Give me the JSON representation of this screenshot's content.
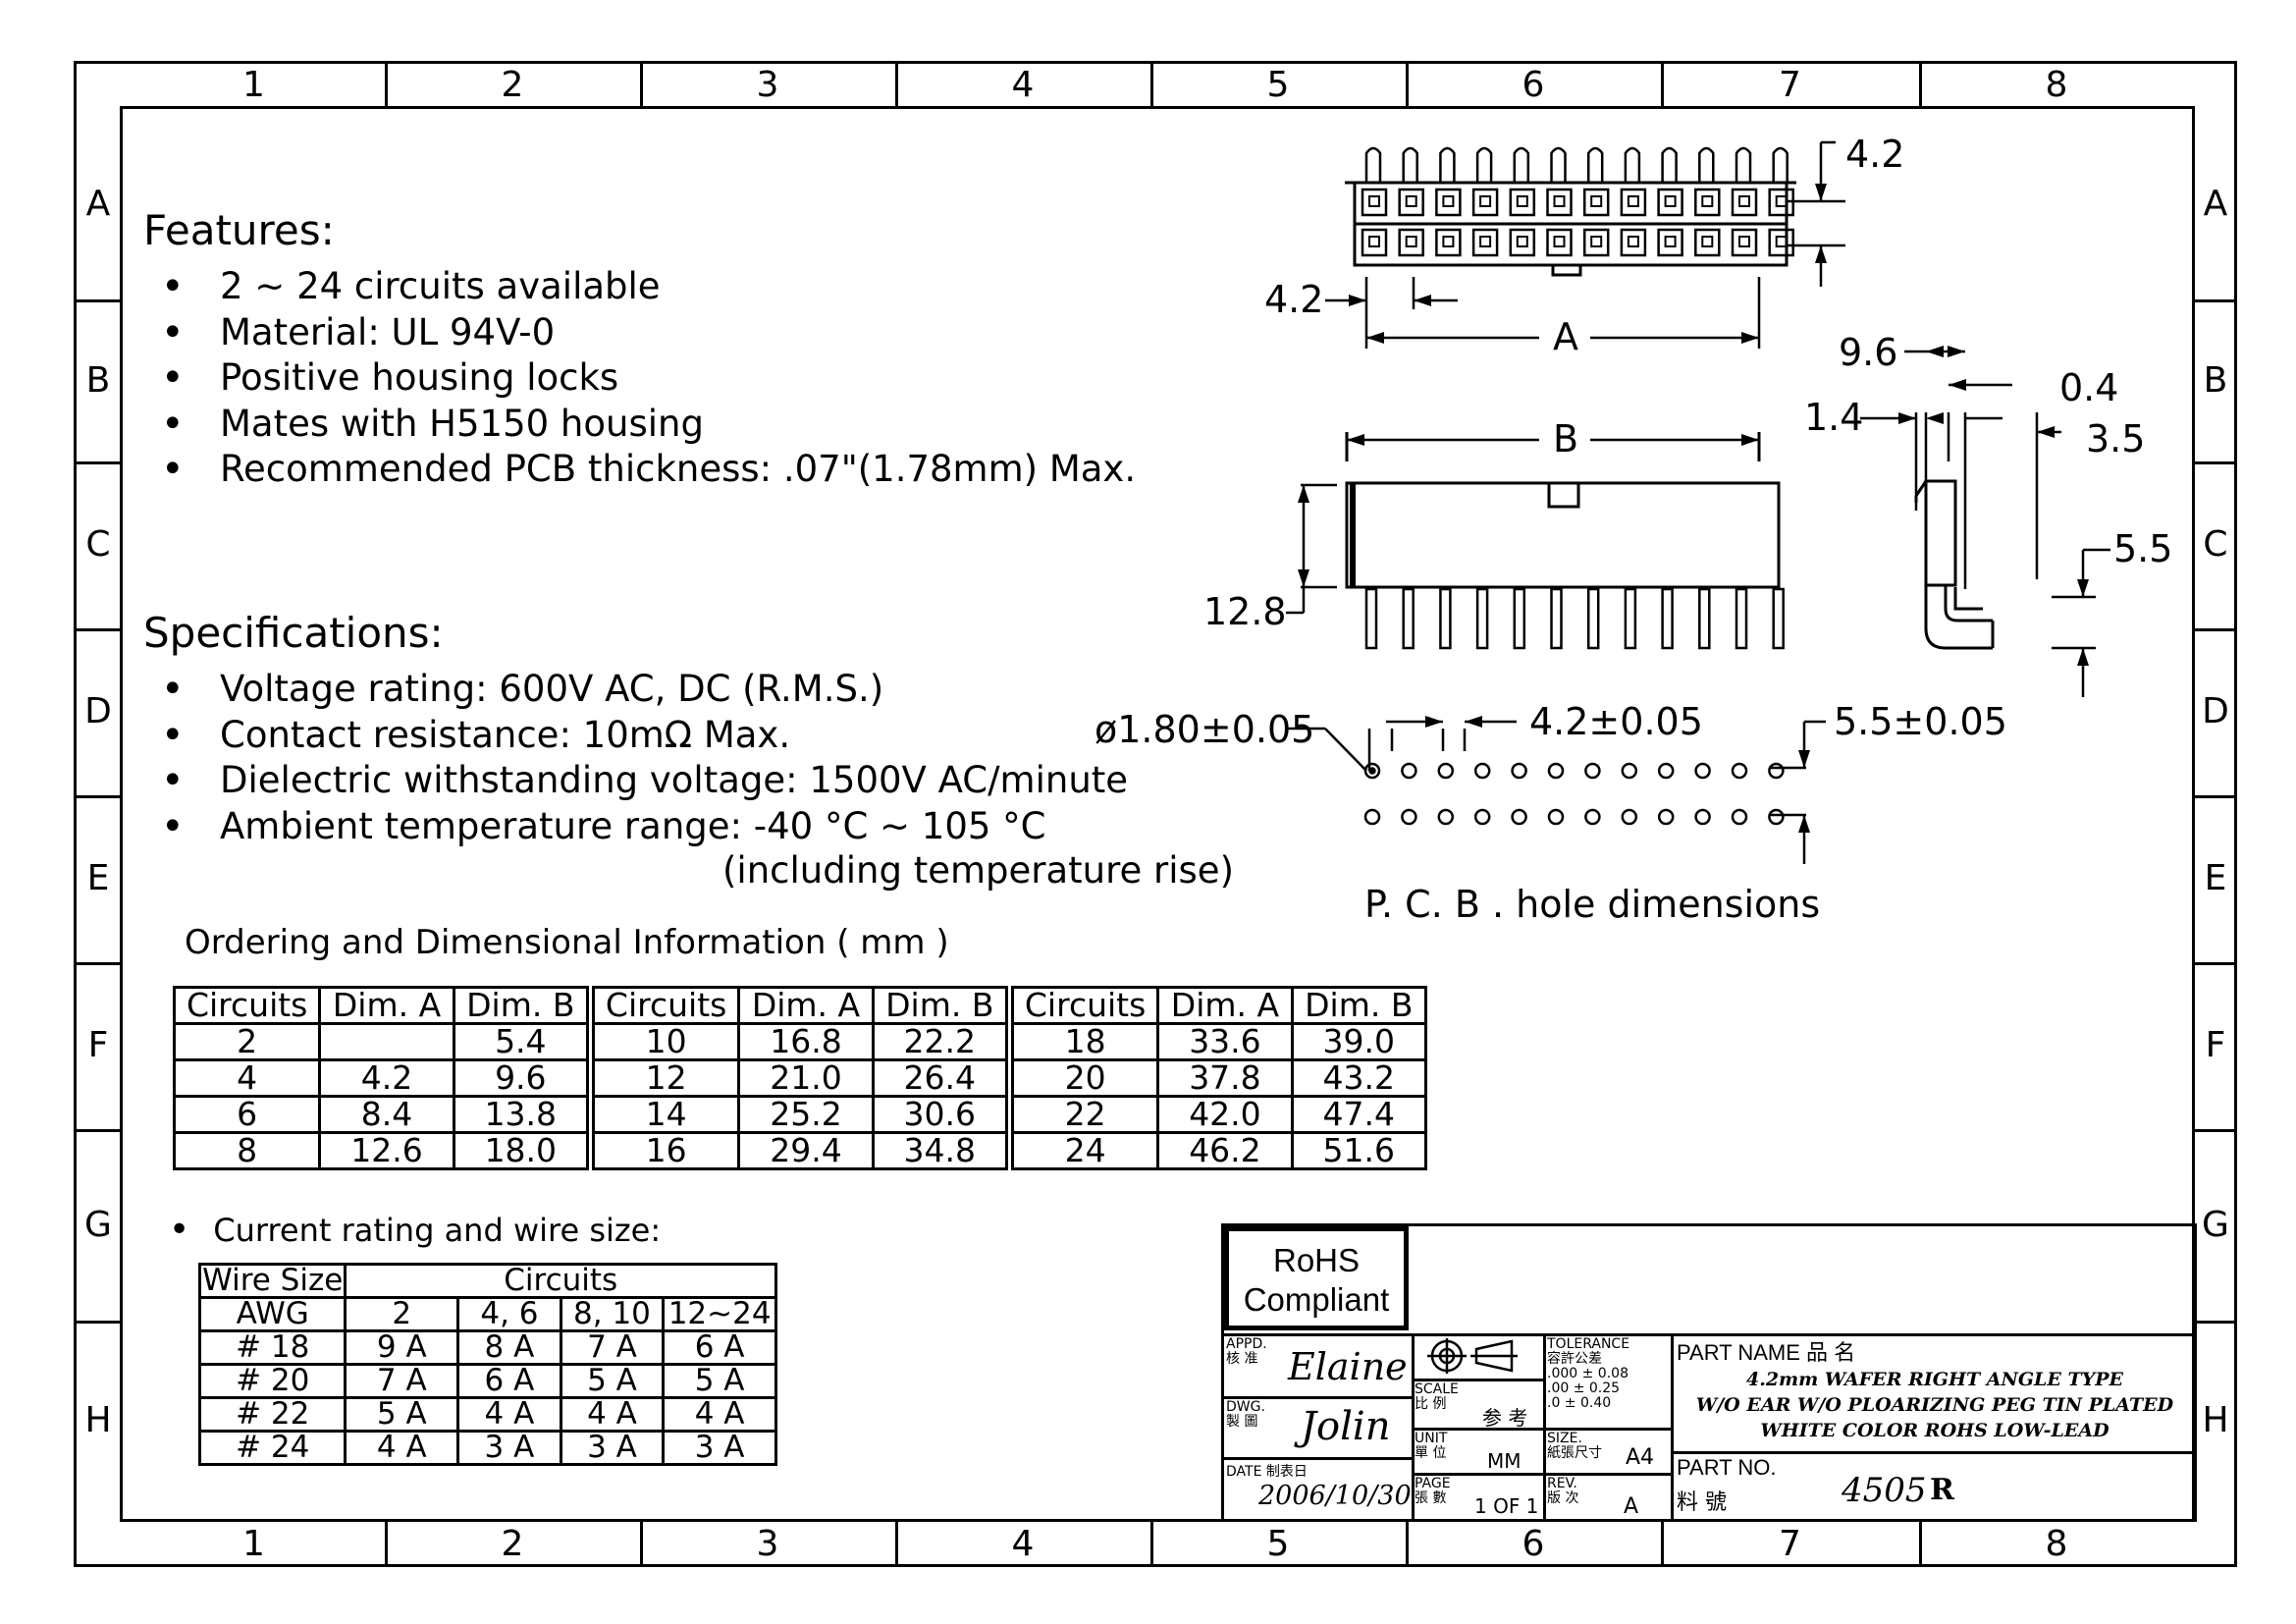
{
  "zones": {
    "columns": [
      "1",
      "2",
      "3",
      "4",
      "5",
      "6",
      "7",
      "8"
    ],
    "rows": [
      "A",
      "B",
      "C",
      "D",
      "E",
      "F",
      "G",
      "H"
    ]
  },
  "features": {
    "heading": "Features:",
    "items": [
      "2 ~ 24 circuits available",
      "Material: UL 94V-0",
      "Positive housing locks",
      "Mates with H5150 housing",
      "Recommended PCB thickness: .07\"(1.78mm) Max."
    ]
  },
  "specifications": {
    "heading": "Specifications:",
    "items": [
      "Voltage rating: 600V AC, DC (R.M.S.)",
      "Contact resistance: 10mΩ  Max.",
      "Dielectric withstanding voltage: 1500V AC/minute",
      "Ambient temperature range: -40 °C ~ 105 °C"
    ],
    "note": "(including temperature rise)"
  },
  "ordering": {
    "title": "Ordering and Dimensional Information ( mm )",
    "headers": [
      "Circuits",
      "Dim. A",
      "Dim. B",
      "Circuits",
      "Dim. A",
      "Dim. B",
      "Circuits",
      "Dim. A",
      "Dim. B"
    ],
    "rows": [
      [
        "2",
        "",
        "5.4",
        "10",
        "16.8",
        "22.2",
        "18",
        "33.6",
        "39.0"
      ],
      [
        "4",
        "4.2",
        "9.6",
        "12",
        "21.0",
        "26.4",
        "20",
        "37.8",
        "43.2"
      ],
      [
        "6",
        "8.4",
        "13.8",
        "14",
        "25.2",
        "30.6",
        "22",
        "42.0",
        "47.4"
      ],
      [
        "8",
        "12.6",
        "18.0",
        "16",
        "29.4",
        "34.8",
        "24",
        "46.2",
        "51.6"
      ]
    ]
  },
  "current": {
    "title": "Current rating and wire size:",
    "header_wire": "Wire Size",
    "header_awg": "AWG",
    "header_circuits": "Circuits",
    "circuit_groups": [
      "2",
      "4, 6",
      "8, 10",
      "12~24"
    ],
    "rows": [
      [
        "# 18",
        "9 A",
        "8 A",
        "7 A",
        "6 A"
      ],
      [
        "# 20",
        "7 A",
        "6 A",
        "5 A",
        "5 A"
      ],
      [
        "# 22",
        "5 A",
        "4 A",
        "4 A",
        "4 A"
      ],
      [
        "# 24",
        "4 A",
        "3 A",
        "3 A",
        "3 A"
      ]
    ]
  },
  "drawing": {
    "top_pitch": "4.2",
    "left_pitch": "4.2",
    "dim_a": "A",
    "dim_b": "B",
    "height": "12.8",
    "side_9_6": "9.6",
    "side_0_4": "0.4",
    "side_1_4": "1.4",
    "side_3_5": "3.5",
    "side_5_5": "5.5",
    "hole_dia": "ø1.80±0.05",
    "hole_pitch": "4.2±0.05",
    "hole_row": "5.5±0.05",
    "pcb_caption": "P. C. B . hole dimensions"
  },
  "title_block": {
    "rohs_line1": "RoHS",
    "rohs_line2": "Compliant",
    "appd_label": "APPD.",
    "appd_cn": "核 准",
    "appd_value": "Elaine",
    "dwg_label": "DWG.",
    "dwg_cn": "製 圖",
    "dwg_value": "Jolin",
    "date_label": "DATE  制表日",
    "date_value": "2006/10/30",
    "scale_label": "SCALE",
    "scale_cn": "比 例",
    "scale_value": "参 考",
    "unit_label": "UNIT",
    "unit_cn": "單 位",
    "unit_value": "MM",
    "page_label": "PAGE",
    "page_cn": "張 數",
    "page_value": "1 OF 1",
    "tolerance_label": "TOLERANCE",
    "tolerance_cn": "容許公差",
    "tol_1": ".000  ±  0.08",
    "tol_2": ".00    ±  0.25",
    "tol_3": ".0      ±  0.40",
    "size_label": "SIZE.",
    "size_cn": "紙張尺寸",
    "size_value": "A4",
    "rev_label": "REV.",
    "rev_cn": "版 次",
    "rev_value": "A",
    "part_name_label": "PART NAME  品  名",
    "part_name_1": "4.2mm WAFER RIGHT ANGLE TYPE",
    "part_name_2": "W/O EAR W/O PLOARIZING PEG TIN PLATED",
    "part_name_3": "WHITE COLOR ROHS LOW-LEAD",
    "part_no_label": "PART NO.",
    "part_no_cn": "料  號",
    "part_no_value": "4505",
    "part_no_suffix": "R"
  }
}
